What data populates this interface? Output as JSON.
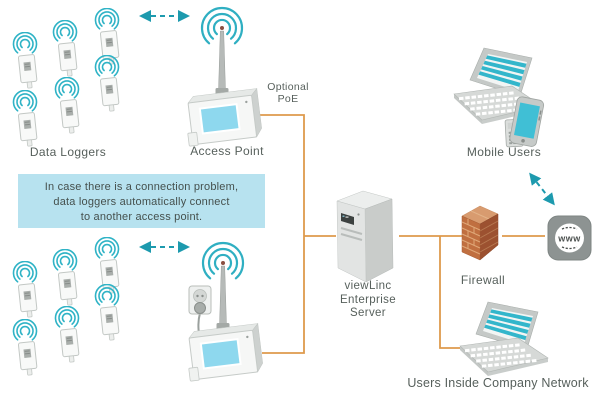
{
  "labels": {
    "data_loggers": "Data Loggers",
    "access_point": "Access Point",
    "optional_line1": "Optional",
    "optional_line2": "PoE",
    "callout_line1": "In case there is a connection problem,",
    "callout_line2": "data loggers automatically connect",
    "callout_line3": "to another access point.",
    "server_line1": "viewLinc",
    "server_line2": "Enterprise",
    "server_line3": "Server",
    "mobile_users": "Mobile Users",
    "firewall": "Firewall",
    "www": "www",
    "company_users": "Users Inside Company Network"
  },
  "colors": {
    "teal_arrow": "#1D9AAE",
    "teal_arc": "#2FAFC2",
    "orange_line": "#DE9A4C",
    "callout_bg": "#B7E2EF",
    "label_text": "#57605C",
    "screen_blue": "#8ED8EE",
    "screen_stripe_teal": "#33B6CB",
    "brick_front": "#C06F40",
    "brick_side": "#9C5130",
    "brick_top": "#D89B6F",
    "globe_bg": "#8D9392"
  },
  "icons": {
    "data_logger": "data-logger-icon",
    "wifi_signal": "wifi-arcs-icon",
    "access_point": "access-point-icon",
    "power_outlet": "power-outlet-icon",
    "server": "server-tower-icon",
    "firewall": "brick-wall-icon",
    "internet": "www-globe-icon",
    "mobile_users": "laptop-phone-icon",
    "company_laptop": "laptop-icon",
    "wireless_link": "dashed-double-arrow-icon"
  }
}
